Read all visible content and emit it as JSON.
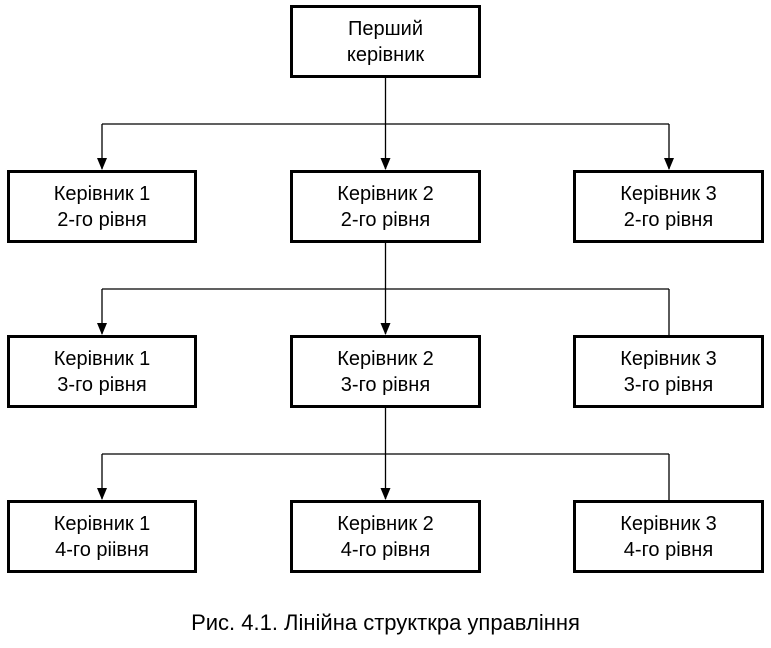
{
  "diagram": {
    "top": {
      "line1": "Перший",
      "line2": "керівник"
    },
    "level2": [
      {
        "line1": "Керівник 1",
        "line2": "2-го рівня"
      },
      {
        "line1": "Керівник 2",
        "line2": "2-го рівня"
      },
      {
        "line1": "Керівник 3",
        "line2": "2-го рівня"
      }
    ],
    "level3": [
      {
        "line1": "Керівник 1",
        "line2": "3-го рівня"
      },
      {
        "line1": "Керівник 2",
        "line2": "3-го рівня"
      },
      {
        "line1": "Керівник 3",
        "line2": "3-го рівня"
      }
    ],
    "level4": [
      {
        "line1": "Керівник 1",
        "line2": "4-го ріівня"
      },
      {
        "line1": "Керівник 2",
        "line2": "4-го рівня"
      },
      {
        "line1": "Керівник 3",
        "line2": "4-го рівня"
      }
    ]
  },
  "caption": "Рис. 4.1. Лінійна структкра управління",
  "colors": {
    "stroke": "#000000",
    "background": "#ffffff"
  }
}
